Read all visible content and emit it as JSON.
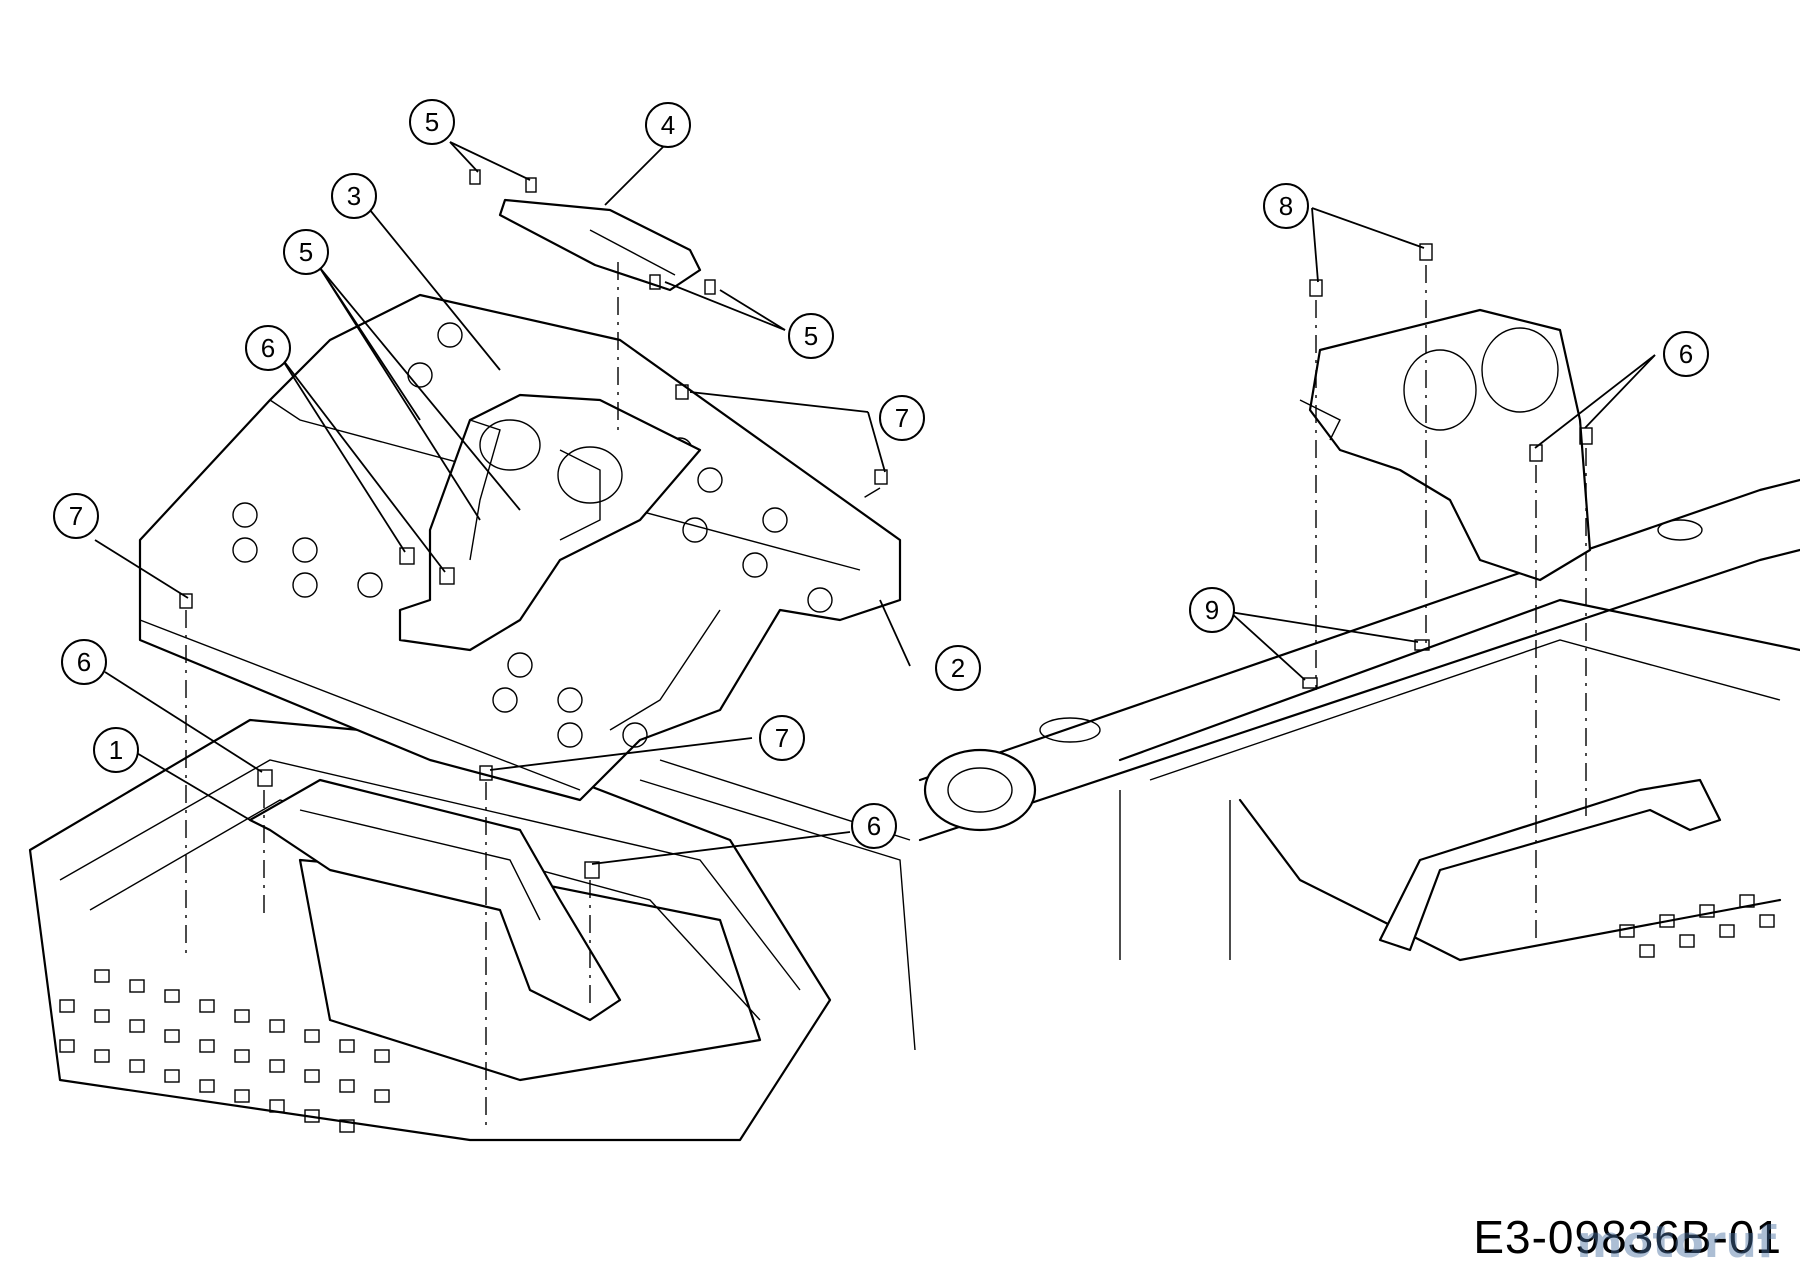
{
  "drawing_number": "E3-09836B-01",
  "watermark": "motoruf",
  "callouts": {
    "c1": "1",
    "c2": "2",
    "c3": "3",
    "c4": "4",
    "c5a": "5",
    "c5b": "5",
    "c5c": "5",
    "c6a": "6",
    "c6b": "6",
    "c6c": "6",
    "c6d": "6",
    "c7a": "7",
    "c7b": "7",
    "c7c": "7",
    "c8": "8",
    "c9": "9"
  },
  "colors": {
    "line": "#000000",
    "background": "#ffffff",
    "watermark": "#466ea0"
  }
}
